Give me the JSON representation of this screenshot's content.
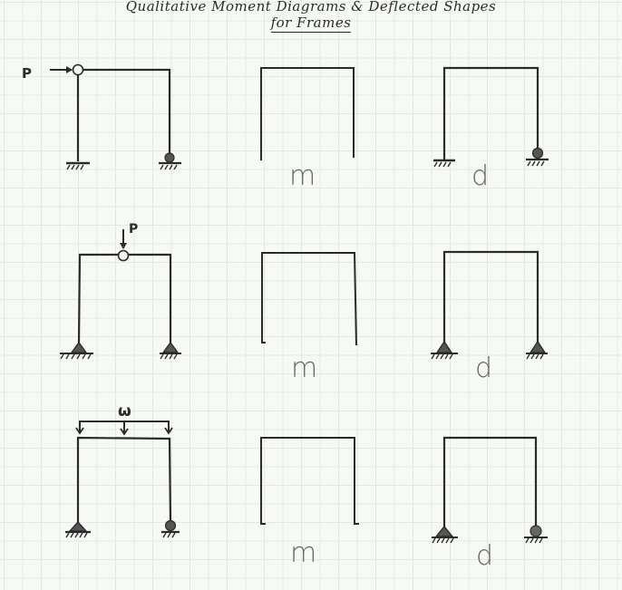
{
  "title": {
    "line1": "Qualitative Moment Diagrams & Deflected Shapes",
    "line2": "for Frames"
  },
  "rows": [
    {
      "problem": {
        "load_label": "P",
        "load_type": "horizontal point load at top-left joint",
        "left_support": "fixed",
        "right_support": "roller",
        "hinge": "top-left joint"
      },
      "moment_label": "m",
      "deflection_label": "d",
      "deflection_supports": {
        "left": "fixed",
        "right": "roller"
      }
    },
    {
      "problem": {
        "load_label": "P",
        "load_type": "vertical point load at beam midspan",
        "left_support": "pin",
        "right_support": "pin",
        "hinge": "beam midspan"
      },
      "moment_label": "m",
      "deflection_label": "d",
      "deflection_supports": {
        "left": "pin",
        "right": "pin"
      }
    },
    {
      "problem": {
        "load_label": "ω",
        "load_type": "uniformly distributed load on beam",
        "left_support": "pin",
        "right_support": "roller",
        "hinge": "none"
      },
      "moment_label": "m",
      "deflection_label": "d",
      "deflection_supports": {
        "left": "pin",
        "right": "roller"
      }
    }
  ],
  "colors": {
    "paper": "#f7faf4",
    "grid": "#e3e9e2",
    "ink": "#2b2b2b",
    "pencil": "#666666"
  }
}
